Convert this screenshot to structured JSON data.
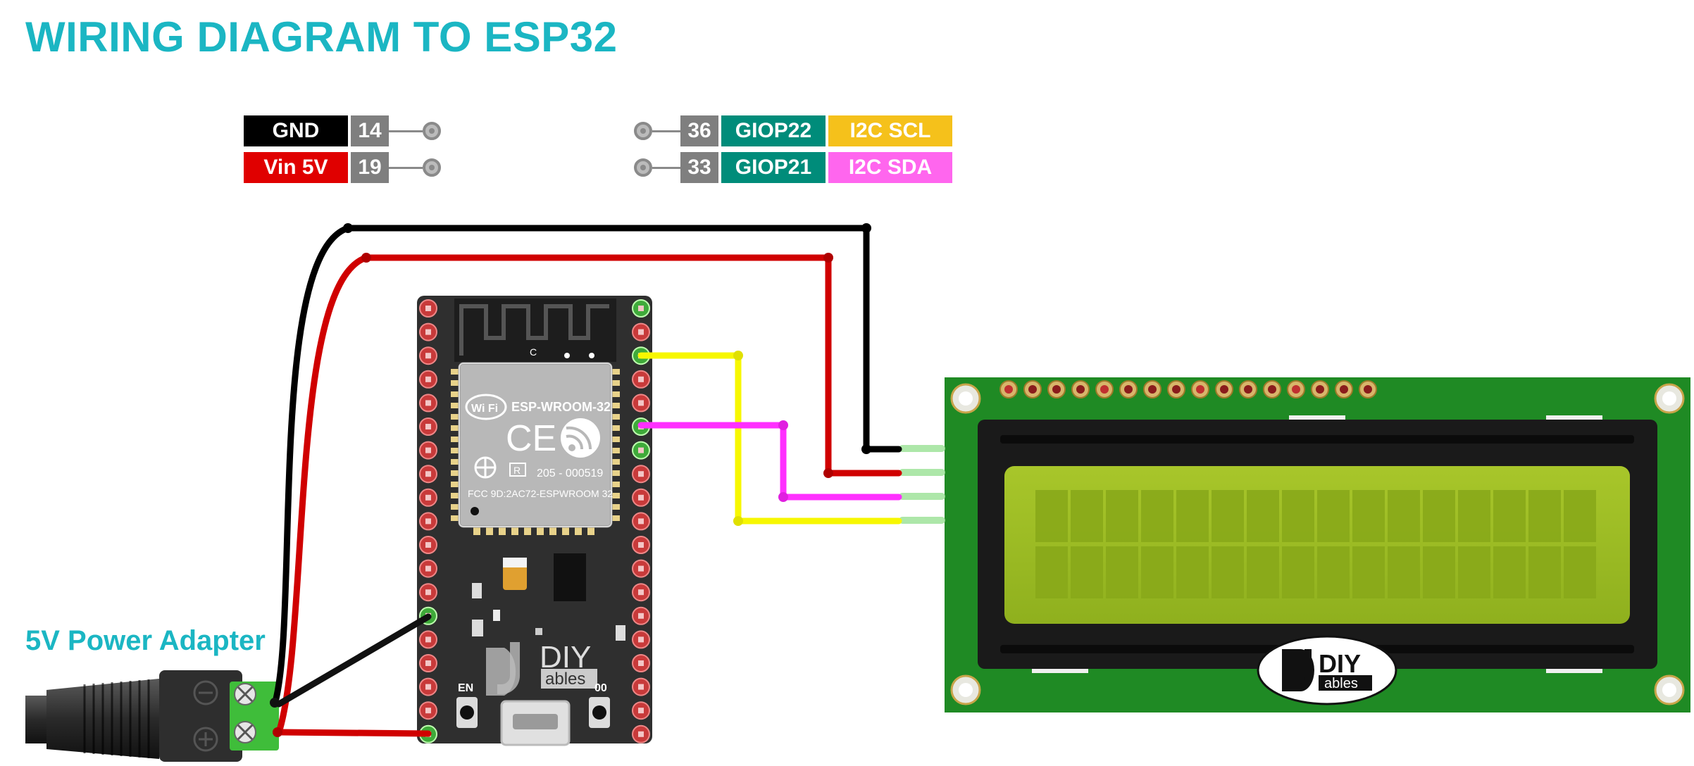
{
  "title": "WIRING DIAGRAM TO ESP32",
  "adapter_label": "5V Power Adapter",
  "legend": {
    "left": [
      {
        "label": "GND",
        "pin": "14",
        "color": "#000000"
      },
      {
        "label": "Vin 5V",
        "pin": "19",
        "color": "#e00000"
      }
    ],
    "right": [
      {
        "pin": "36",
        "gpio": "GIOP22",
        "func": "I2C SCL",
        "func_color": "#f5c11b"
      },
      {
        "pin": "33",
        "gpio": "GIOP21",
        "func": "I2C SDA",
        "func_color": "#ff66ee"
      }
    ],
    "pin_color": "#7f7f7f",
    "gpio_color": "#008c7a"
  },
  "esp32": {
    "module_name": "ESP-WROOM-32",
    "wifi_mark": "Wi Fi",
    "ce_mark": "CE",
    "r_mark": "R",
    "cert_code": "205 - 000519",
    "fcc": "FCC 9D:2AC72-ESPWROOM 32",
    "antenna_mark": "C",
    "btn_en": "EN",
    "btn_boot": "00",
    "brand_top": "DIY",
    "brand_bottom": "ables"
  },
  "lcd": {
    "brand_top": "DIY",
    "brand_bottom": "ables"
  },
  "wire_colors": {
    "gnd": "#000000",
    "vin": "#d00000",
    "scl": "#f7f700",
    "sda": "#ff30ff"
  }
}
